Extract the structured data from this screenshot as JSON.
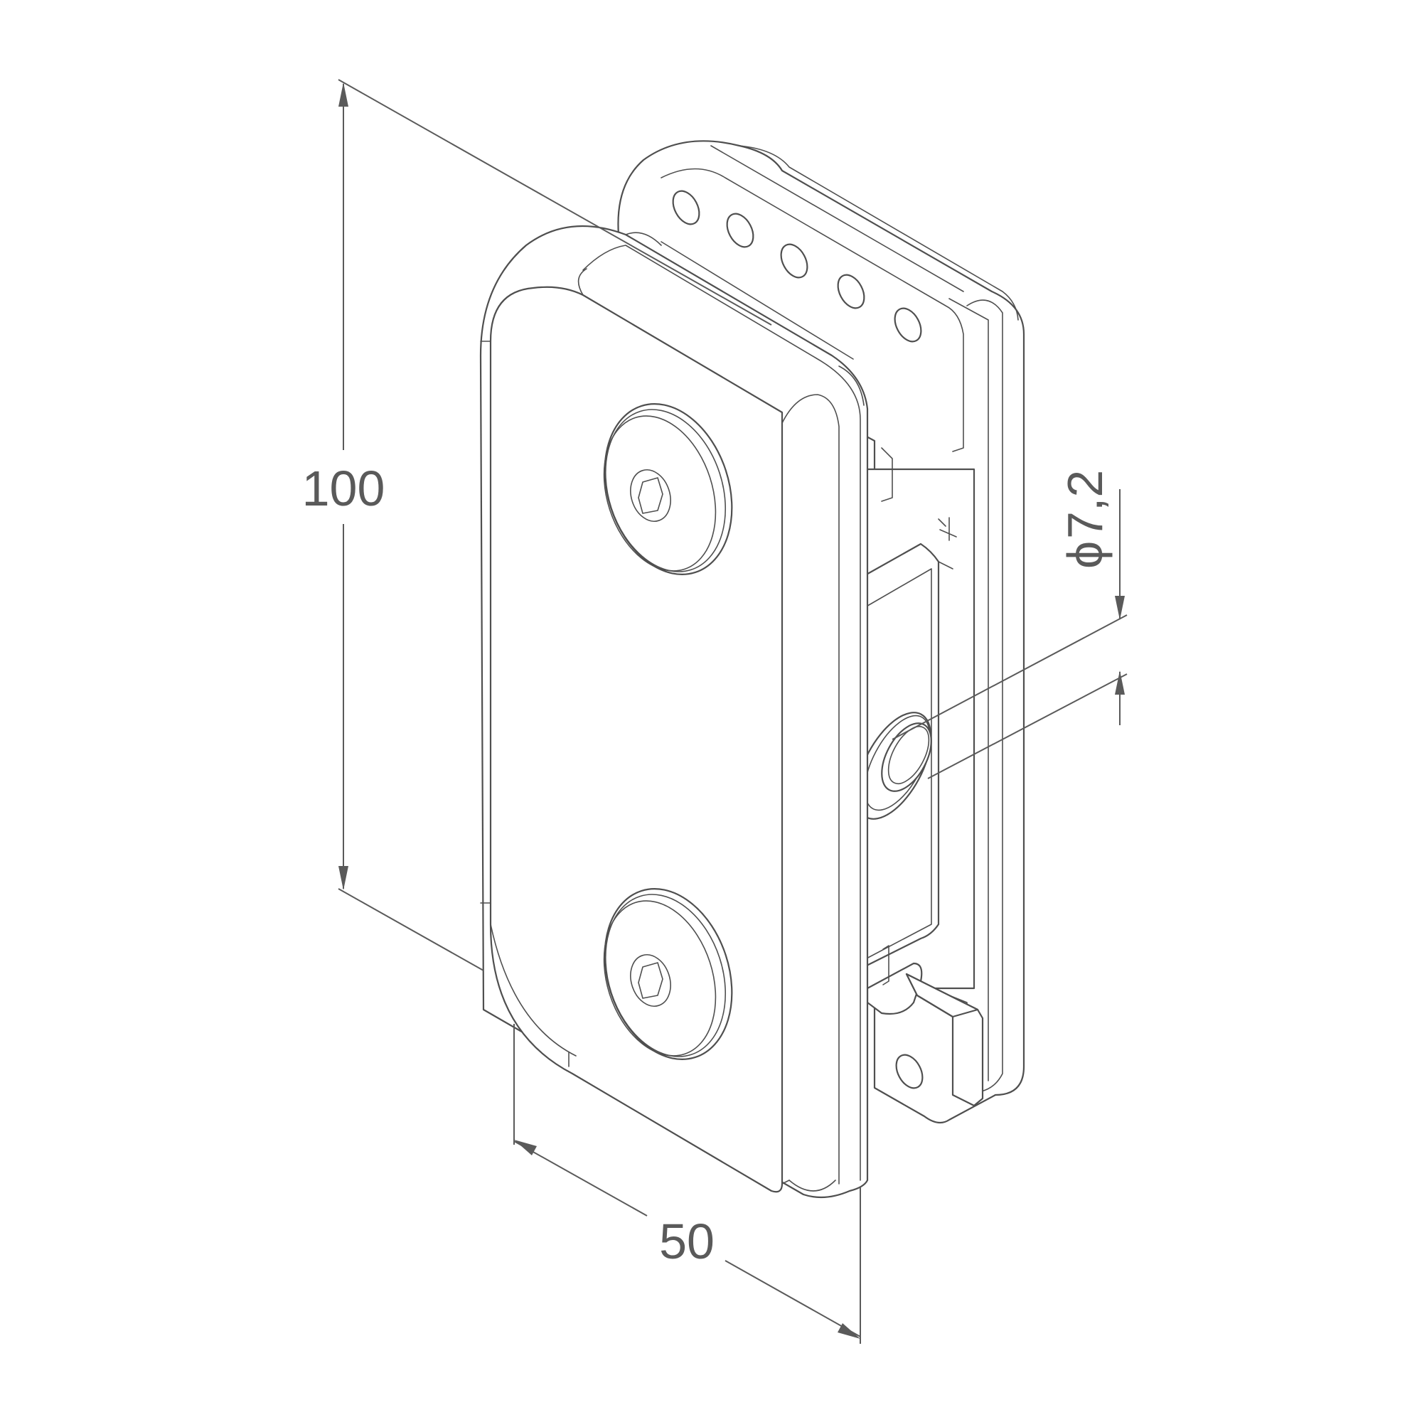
{
  "drawing": {
    "dimensions": {
      "height_value": "100",
      "width_value": "50",
      "hole_diameter_symbol": "ϕ",
      "hole_diameter_value": "7,2"
    }
  }
}
